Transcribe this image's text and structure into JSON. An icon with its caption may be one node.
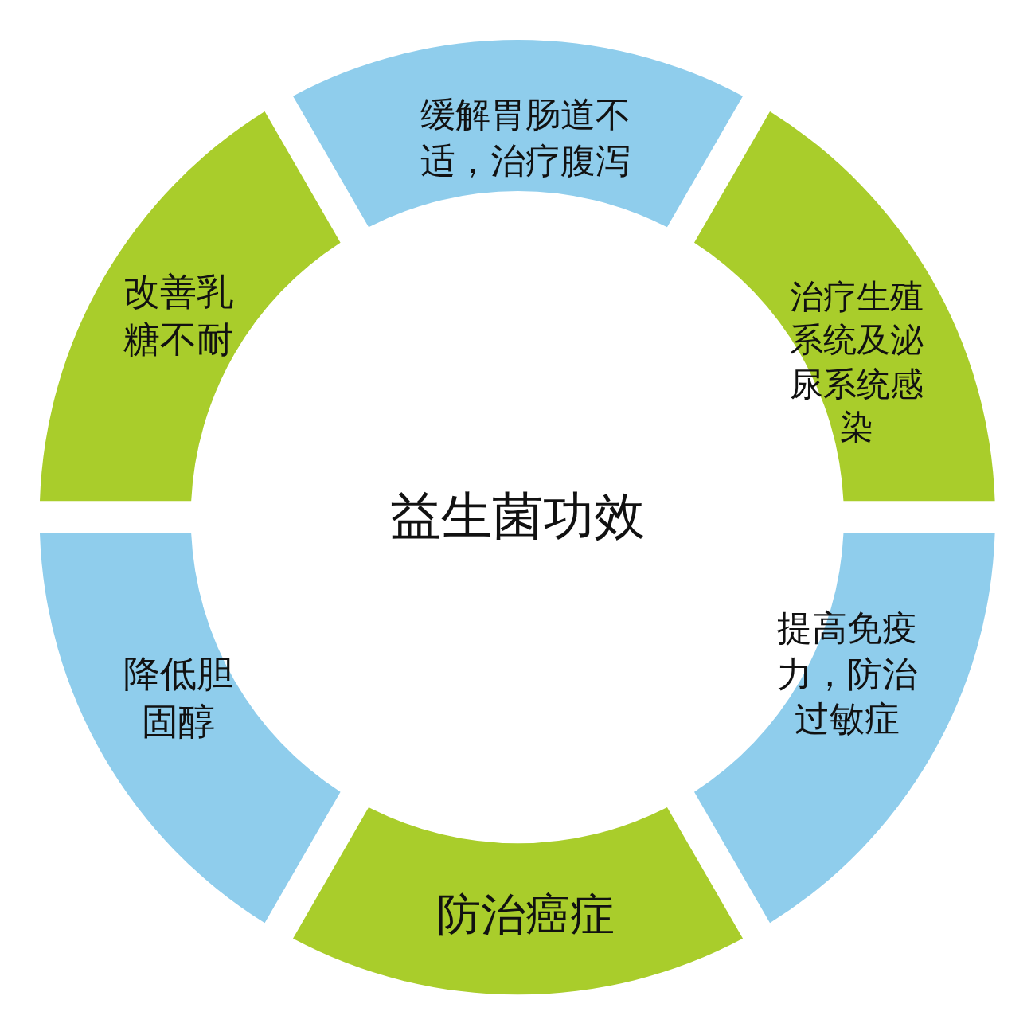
{
  "diagram": {
    "title": "益生菌功效",
    "nodes": [
      {
        "text": [
          "缓解胃肠道不适，治疗腹泻"
        ]
      },
      {
        "text": [
          "治疗生殖系统及泌尿系统感染"
        ]
      },
      {
        "text": [
          "提高免疫力，防治过敏症"
        ]
      },
      {
        "text": [
          "防治癌症"
        ]
      },
      {
        "text": [
          "降低胆固醇"
        ]
      },
      {
        "text": [
          "改善乳糖不耐"
        ]
      }
    ]
  }
}
